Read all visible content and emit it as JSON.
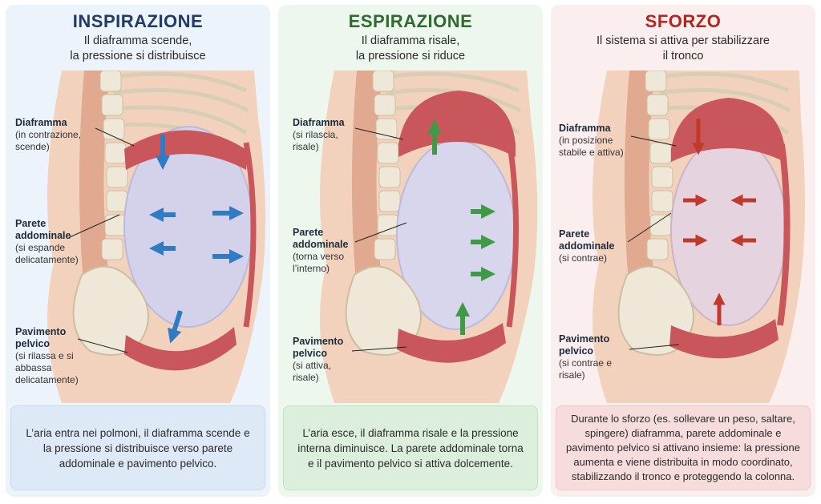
{
  "panels": [
    {
      "title": "INSPIRAZIONE",
      "subtitle": "Il diaframma scende,\nla pressione si distribuisce",
      "labels": {
        "diaphragm_title": "Diaframma",
        "diaphragm_desc": "(in contrazione, scende)",
        "wall_title": "Parete addominale",
        "wall_desc": "(si espande delicatamente)",
        "floor_title": "Pavimento pelvico",
        "floor_desc": "(si rilassa e si abbassa delicatamente)"
      },
      "description": "L’aria entra nei polmoni, il diaframma scende e la pressione si distribuisce verso parete addominale e pavimento pelvico."
    },
    {
      "title": "ESPIRAZIONE",
      "subtitle": "Il diaframma risale,\nla pressione si riduce",
      "labels": {
        "diaphragm_title": "Diaframma",
        "diaphragm_desc": "(si rilascia, risale)",
        "wall_title": "Parete addominale",
        "wall_desc": "(torna verso l’interno)",
        "floor_title": "Pavimento pelvico",
        "floor_desc": "(si attiva, risale)"
      },
      "description": "L’aria esce, il diaframma risale e la pressione interna diminuisce. La parete addominale torna e il pavimento pelvico si attiva dolcemente."
    },
    {
      "title": "SFORZO",
      "subtitle": "Il sistema si attiva per stabilizzare\nil tronco",
      "labels": {
        "diaphragm_title": "Diaframma",
        "diaphragm_desc": "(in posizione stabile e attiva)",
        "wall_title": "Parete addominale",
        "wall_desc": "(si contrae)",
        "floor_title": "Pavimento pelvico",
        "floor_desc": "(si contrae e risale)"
      },
      "description": "Durante lo sforzo (es. sollevare un peso, saltare, spingere) diaframma, parete addominale e pavimento pelvico si attivano insieme: la pressione aumenta e viene distribuita in modo coordinato, stabilizzando il tronco e proteggendo la colonna."
    }
  ],
  "colors": {
    "inspirazione": "#1f3b66",
    "espirazione": "#2e6b2f",
    "sforzo": "#b5241f",
    "arrow_blue": "#2f7bc4",
    "arrow_green": "#3f9a45",
    "arrow_red": "#c0392b",
    "muscle": "#c9565a",
    "cavity": "#d3d2ea",
    "bone": "#efe8d8",
    "skin": "#f3d2bd"
  },
  "icons": {
    "inspirazione": [
      "arrow-down-icon",
      "arrow-out-icon"
    ],
    "espirazione": [
      "arrow-up-icon",
      "arrow-out-icon"
    ],
    "sforzo": [
      "arrow-down-icon",
      "arrow-in-icon",
      "arrow-up-icon"
    ]
  }
}
